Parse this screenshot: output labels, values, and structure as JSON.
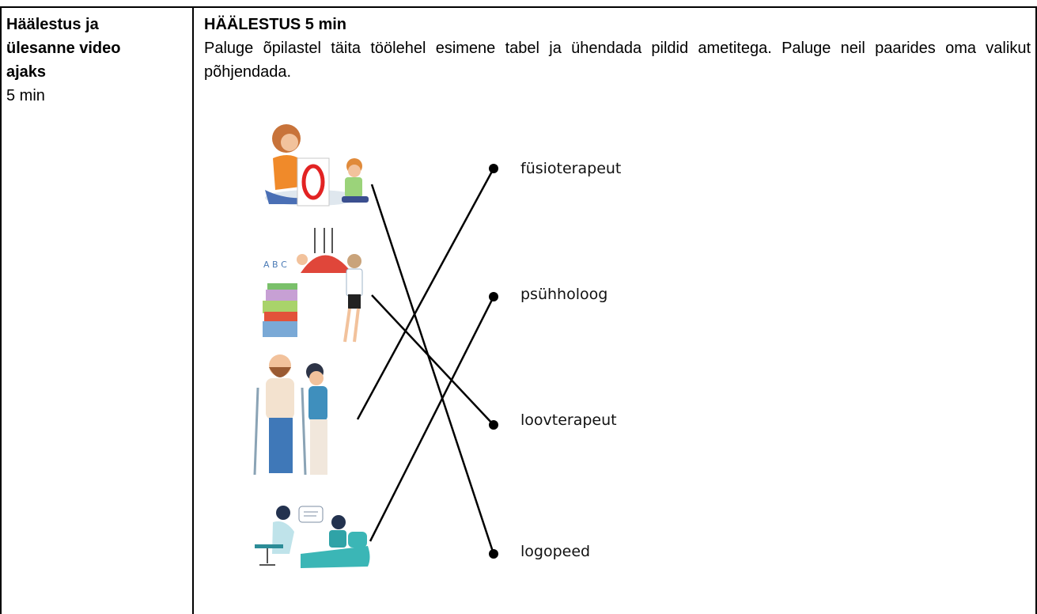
{
  "left": {
    "title": "Häälestus ja ülesanne video ajaks",
    "duration": "5 min"
  },
  "right": {
    "heading": "HÄÄLESTUS 5 min",
    "instructions": "Paluge õpilastel täita töölehel esimene tabel ja ühendada pildid ametitega. Paluge neil paarides oma valikut põhjendada."
  },
  "exercise": {
    "pictures": [
      {
        "name": "speech-therapy-picture",
        "icon": "woman-showing-letter-o-card-to-child"
      },
      {
        "name": "art-therapy-picture",
        "icon": "therapist-with-child-on-swing-and-blocks"
      },
      {
        "name": "physiotherapy-picture",
        "icon": "man-on-crutches-with-helper"
      },
      {
        "name": "psychology-picture",
        "icon": "counsellor-talking-with-patient"
      }
    ],
    "professions": [
      "füsioterapeut",
      "psühholoog",
      "loovterapeut",
      "logopeed"
    ],
    "matches": [
      [
        0,
        3
      ],
      [
        1,
        2
      ],
      [
        2,
        0
      ],
      [
        3,
        1
      ]
    ]
  }
}
